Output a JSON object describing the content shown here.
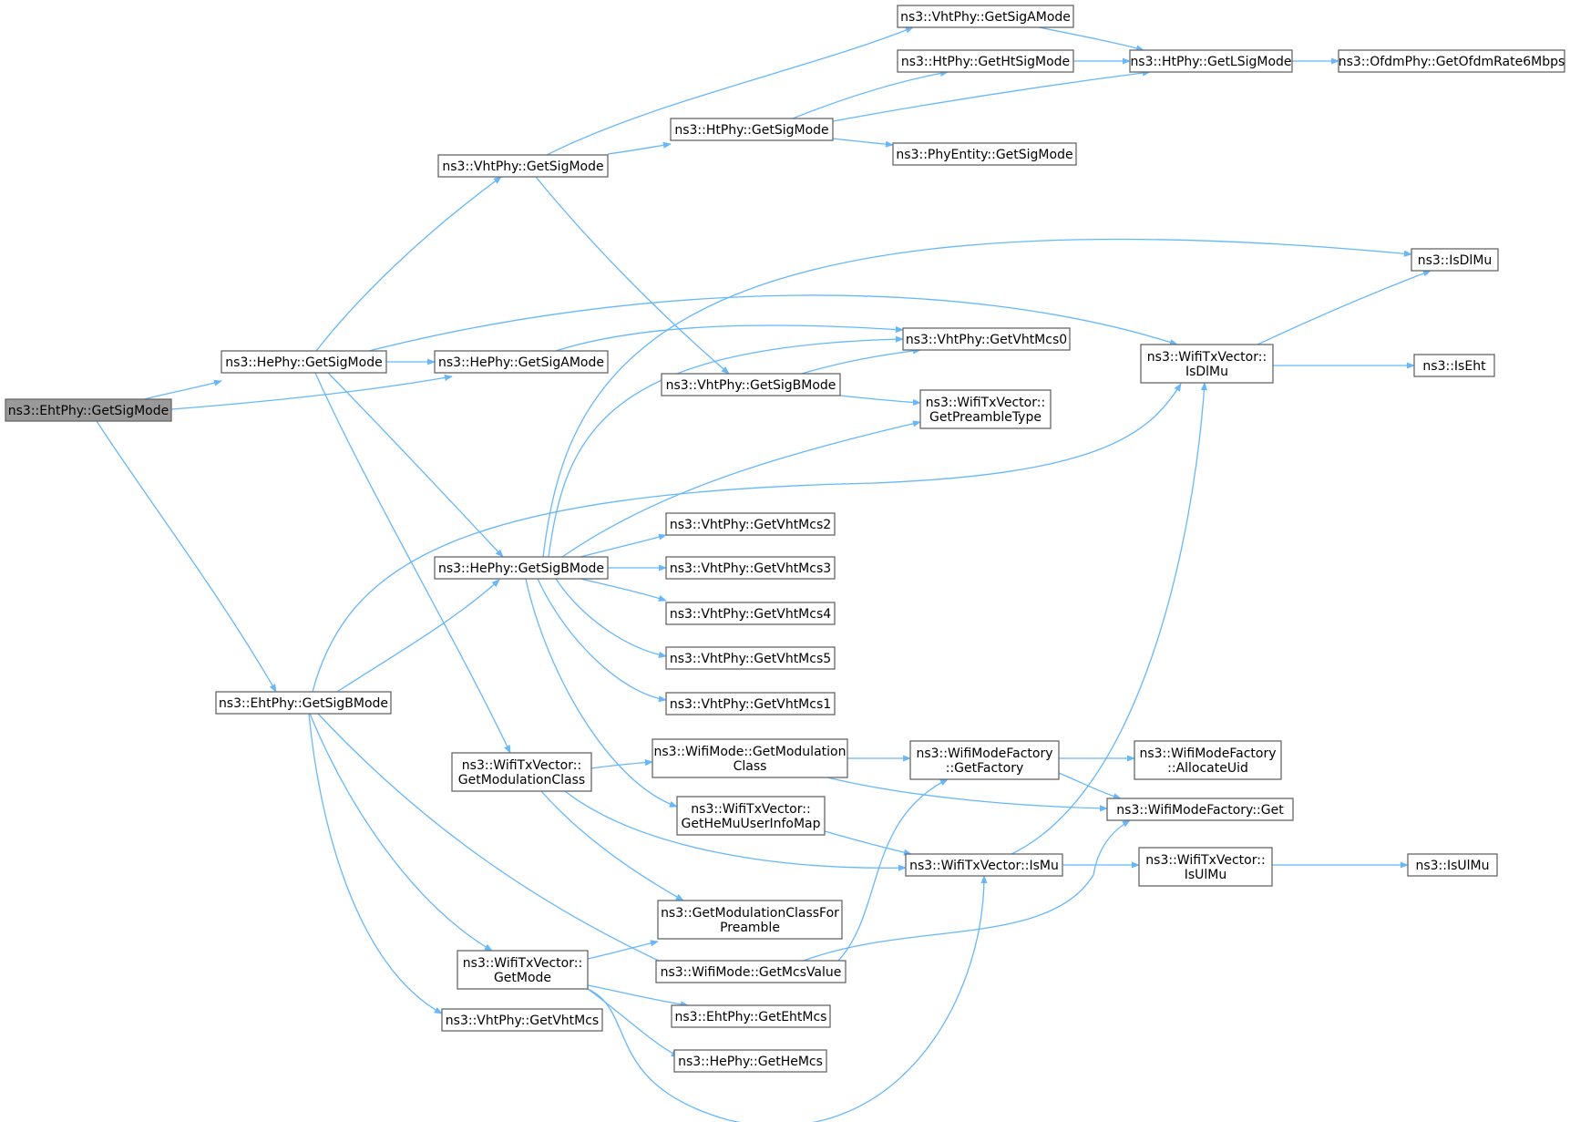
{
  "graph": {
    "edge_color": "#63b8ff",
    "root_fill": "#999999",
    "nodes": [
      {
        "id": "eht_getsigmode",
        "lines": [
          "ns3::EhtPhy::GetSigMode"
        ],
        "root": true
      },
      {
        "id": "he_getsigmode",
        "lines": [
          "ns3::HePhy::GetSigMode"
        ]
      },
      {
        "id": "he_getsigamode",
        "lines": [
          "ns3::HePhy::GetSigAMode"
        ]
      },
      {
        "id": "eht_getsigbmode",
        "lines": [
          "ns3::EhtPhy::GetSigBMode"
        ]
      },
      {
        "id": "vht_getsigmode",
        "lines": [
          "ns3::VhtPhy::GetSigMode"
        ]
      },
      {
        "id": "vht_getsigamode",
        "lines": [
          "ns3::VhtPhy::GetSigAMode"
        ]
      },
      {
        "id": "ht_getsigmode",
        "lines": [
          "ns3::HtPhy::GetSigMode"
        ]
      },
      {
        "id": "ht_gethtsigmode",
        "lines": [
          "ns3::HtPhy::GetHtSigMode"
        ]
      },
      {
        "id": "ht_getlsigmode",
        "lines": [
          "ns3::HtPhy::GetLSigMode"
        ]
      },
      {
        "id": "ofdm_rate6",
        "lines": [
          "ns3::OfdmPhy::GetOfdmRate6Mbps"
        ]
      },
      {
        "id": "phyentity_getsigmode",
        "lines": [
          "ns3::PhyEntity::GetSigMode"
        ]
      },
      {
        "id": "isdlmu",
        "lines": [
          "ns3::IsDlMu"
        ]
      },
      {
        "id": "wtv_isdlmu",
        "lines": [
          "ns3::WifiTxVector::",
          "IsDlMu"
        ]
      },
      {
        "id": "iseht",
        "lines": [
          "ns3::IsEht"
        ]
      },
      {
        "id": "vht_getvhtmcs0",
        "lines": [
          "ns3::VhtPhy::GetVhtMcs0"
        ]
      },
      {
        "id": "vht_getsigbmode",
        "lines": [
          "ns3::VhtPhy::GetSigBMode"
        ]
      },
      {
        "id": "wtv_getpreambletype",
        "lines": [
          "ns3::WifiTxVector::",
          "GetPreambleType"
        ]
      },
      {
        "id": "he_getsigbmode",
        "lines": [
          "ns3::HePhy::GetSigBMode"
        ]
      },
      {
        "id": "vht_getvhtmcs2",
        "lines": [
          "ns3::VhtPhy::GetVhtMcs2"
        ]
      },
      {
        "id": "vht_getvhtmcs3",
        "lines": [
          "ns3::VhtPhy::GetVhtMcs3"
        ]
      },
      {
        "id": "vht_getvhtmcs4",
        "lines": [
          "ns3::VhtPhy::GetVhtMcs4"
        ]
      },
      {
        "id": "vht_getvhtmcs5",
        "lines": [
          "ns3::VhtPhy::GetVhtMcs5"
        ]
      },
      {
        "id": "vht_getvhtmcs1",
        "lines": [
          "ns3::VhtPhy::GetVhtMcs1"
        ]
      },
      {
        "id": "wtv_getmodulationclass",
        "lines": [
          "ns3::WifiTxVector::",
          "GetModulationClass"
        ]
      },
      {
        "id": "wm_getmodulationclass",
        "lines": [
          "ns3::WifiMode::GetModulation",
          "Class"
        ]
      },
      {
        "id": "wmf_getfactory",
        "lines": [
          "ns3::WifiModeFactory",
          "::GetFactory"
        ]
      },
      {
        "id": "wmf_allocateuid",
        "lines": [
          "ns3::WifiModeFactory",
          "::AllocateUid"
        ]
      },
      {
        "id": "wmf_get",
        "lines": [
          "ns3::WifiModeFactory::Get"
        ]
      },
      {
        "id": "wtv_gethemuuserinfomap",
        "lines": [
          "ns3::WifiTxVector::",
          "GetHeMuUserInfoMap"
        ]
      },
      {
        "id": "wtv_ismu",
        "lines": [
          "ns3::WifiTxVector::IsMu"
        ]
      },
      {
        "id": "wtv_isulmu",
        "lines": [
          "ns3::WifiTxVector::",
          "IsUlMu"
        ]
      },
      {
        "id": "isulmu",
        "lines": [
          "ns3::IsUlMu"
        ]
      },
      {
        "id": "getmodclassforpreamble",
        "lines": [
          "ns3::GetModulationClassFor",
          "Preamble"
        ]
      },
      {
        "id": "wtv_getmode",
        "lines": [
          "ns3::WifiTxVector::",
          "GetMode"
        ]
      },
      {
        "id": "wm_getmcsvalue",
        "lines": [
          "ns3::WifiMode::GetMcsValue"
        ]
      },
      {
        "id": "vht_getvhtmcs",
        "lines": [
          "ns3::VhtPhy::GetVhtMcs"
        ]
      },
      {
        "id": "eht_getehtmcs",
        "lines": [
          "ns3::EhtPhy::GetEhtMcs"
        ]
      },
      {
        "id": "he_gethemcs",
        "lines": [
          "ns3::HePhy::GetHeMcs"
        ]
      }
    ],
    "edges": [
      [
        "eht_getsigmode",
        "he_getsigmode"
      ],
      [
        "eht_getsigmode",
        "he_getsigamode"
      ],
      [
        "eht_getsigmode",
        "eht_getsigbmode"
      ],
      [
        "he_getsigmode",
        "vht_getsigmode"
      ],
      [
        "he_getsigmode",
        "he_getsigamode"
      ],
      [
        "he_getsigmode",
        "wtv_isdlmu"
      ],
      [
        "he_getsigmode",
        "he_getsigbmode"
      ],
      [
        "he_getsigmode",
        "wtv_getmodulationclass"
      ],
      [
        "vht_getsigmode",
        "vht_getsigamode"
      ],
      [
        "vht_getsigmode",
        "ht_getsigmode"
      ],
      [
        "vht_getsigmode",
        "vht_getsigbmode"
      ],
      [
        "vht_getsigamode",
        "ht_getlsigmode"
      ],
      [
        "ht_getsigmode",
        "ht_gethtsigmode"
      ],
      [
        "ht_getsigmode",
        "ht_getlsigmode"
      ],
      [
        "ht_getsigmode",
        "phyentity_getsigmode"
      ],
      [
        "ht_gethtsigmode",
        "ht_getlsigmode"
      ],
      [
        "ht_getlsigmode",
        "ofdm_rate6"
      ],
      [
        "he_getsigamode",
        "vht_getvhtmcs0"
      ],
      [
        "vht_getsigbmode",
        "vht_getvhtmcs0"
      ],
      [
        "vht_getsigbmode",
        "wtv_getpreambletype"
      ],
      [
        "wtv_isdlmu",
        "isdlmu"
      ],
      [
        "wtv_isdlmu",
        "iseht"
      ],
      [
        "he_getsigbmode",
        "isdlmu"
      ],
      [
        "he_getsigbmode",
        "vht_getvhtmcs0"
      ],
      [
        "he_getsigbmode",
        "wtv_getpreambletype"
      ],
      [
        "he_getsigbmode",
        "vht_getvhtmcs2"
      ],
      [
        "he_getsigbmode",
        "vht_getvhtmcs3"
      ],
      [
        "he_getsigbmode",
        "vht_getvhtmcs4"
      ],
      [
        "he_getsigbmode",
        "vht_getvhtmcs5"
      ],
      [
        "he_getsigbmode",
        "vht_getvhtmcs1"
      ],
      [
        "he_getsigbmode",
        "wtv_gethemuuserinfomap"
      ],
      [
        "eht_getsigbmode",
        "he_getsigbmode"
      ],
      [
        "eht_getsigbmode",
        "wtv_isdlmu"
      ],
      [
        "eht_getsigbmode",
        "wtv_getmode"
      ],
      [
        "eht_getsigbmode",
        "wm_getmcsvalue"
      ],
      [
        "eht_getsigbmode",
        "vht_getvhtmcs"
      ],
      [
        "wtv_getmodulationclass",
        "wm_getmodulationclass"
      ],
      [
        "wtv_getmodulationclass",
        "wtv_ismu"
      ],
      [
        "wtv_getmodulationclass",
        "getmodclassforpreamble"
      ],
      [
        "wm_getmodulationclass",
        "wmf_getfactory"
      ],
      [
        "wm_getmodulationclass",
        "wmf_get"
      ],
      [
        "wmf_getfactory",
        "wmf_allocateuid"
      ],
      [
        "wmf_getfactory",
        "wmf_get"
      ],
      [
        "wtv_gethemuuserinfomap",
        "wtv_ismu"
      ],
      [
        "wtv_ismu",
        "wtv_isdlmu"
      ],
      [
        "wtv_ismu",
        "wtv_isulmu"
      ],
      [
        "wtv_isulmu",
        "isulmu"
      ],
      [
        "wtv_getmode",
        "getmodclassforpreamble"
      ],
      [
        "wtv_getmode",
        "eht_getehtmcs"
      ],
      [
        "wtv_getmode",
        "he_gethemcs"
      ],
      [
        "wtv_getmode",
        "wtv_ismu"
      ],
      [
        "wm_getmcsvalue",
        "wmf_getfactory"
      ],
      [
        "wm_getmcsvalue",
        "wmf_get"
      ]
    ]
  }
}
